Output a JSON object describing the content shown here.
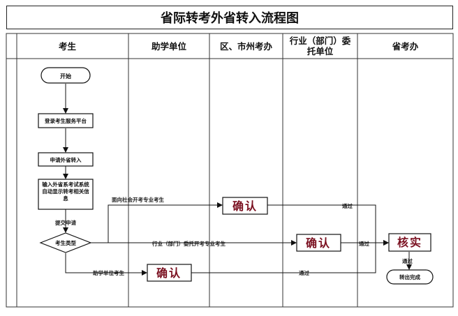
{
  "title": "省际转考外省转入流程图",
  "lanes": [
    "考生",
    "助学单位",
    "区、市州考办",
    "行业（部门）委托单位",
    "省考办"
  ],
  "nodes": {
    "start": "开始",
    "login": "登录考生服务平台",
    "apply": "申请外省转入",
    "input": "输入外省系考试系统自动显示转考相关信息",
    "submit": "提交申请",
    "decision": "考生类型",
    "confirm_district": "确认",
    "confirm_industry": "确认",
    "confirm_school": "确认",
    "verify": "核实",
    "end": "转出完成"
  },
  "edges": {
    "social": "面向社会开考专业考生",
    "industry": "行业（部门）委托开考专业考生",
    "school": "助学单位考生",
    "pass1": "通过",
    "pass2": "通过",
    "pass3": "通过",
    "pass4": "通过"
  }
}
